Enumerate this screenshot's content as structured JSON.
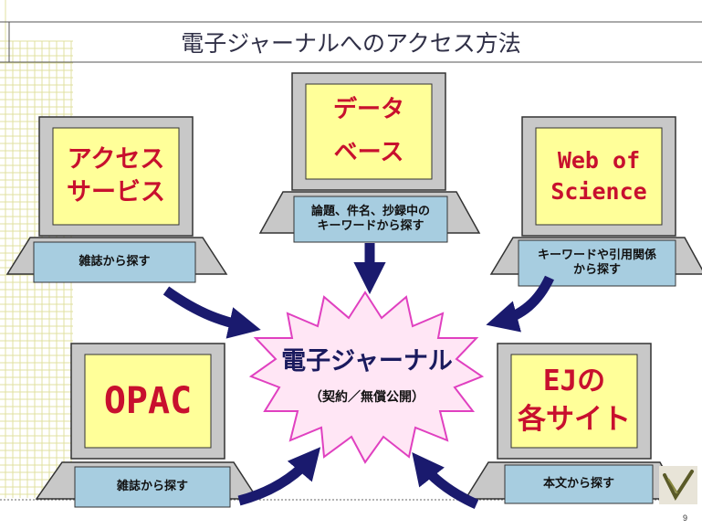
{
  "slide": {
    "title": "電子ジャーナルへのアクセス方法",
    "page_number": "9"
  },
  "center": {
    "title": "電子ジャーナル",
    "subtitle": "（契約／無償公開）"
  },
  "sources": [
    {
      "screen_lines": [
        "アクセス",
        "サービス"
      ],
      "key_lines": [
        "雑誌から探す"
      ]
    },
    {
      "screen_lines": [
        "データ",
        "ベース"
      ],
      "key_lines": [
        "論題、件名、抄録中の",
        "キーワードから探す"
      ]
    },
    {
      "screen_lines": [
        "Web of",
        "Science"
      ],
      "key_lines": [
        "キーワードや引用関係",
        "から探す"
      ]
    },
    {
      "screen_lines": [
        "OPAC"
      ],
      "key_lines": [
        "雑誌から探す"
      ]
    },
    {
      "screen_lines": [
        "EJの",
        "各サイト"
      ],
      "key_lines": [
        "本文から探す"
      ]
    }
  ],
  "colors": {
    "screen_fill": "#ffff99",
    "laptop_gray": "#c8c8c8",
    "keyboard_label_fill": "#a7cde0",
    "starburst_fill": "#ffe6f5",
    "starburst_stroke": "#e040c0",
    "arrow": "#1a1a6e",
    "screen_text": "#c8102e"
  },
  "icons": [
    "laptop-icon",
    "starburst-shape",
    "curved-arrow-icon",
    "logo-icon"
  ]
}
